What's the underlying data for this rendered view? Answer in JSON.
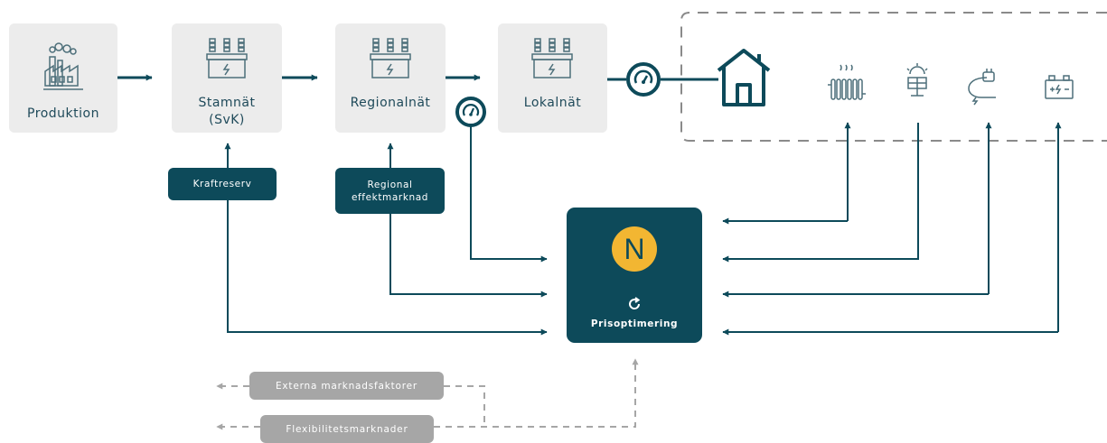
{
  "nodes": {
    "production": "Produktion",
    "transmission": "Stamnät\n(SvK)",
    "regional": "Regionalnät",
    "local": "Lokalnät"
  },
  "markets": {
    "reserve": "Kraftreserv",
    "regional_market": "Regional\neffektmarknad"
  },
  "central": {
    "logo": "N",
    "label": "Prisoptimering"
  },
  "external": {
    "market_factors": "Externa marknadsfaktorer",
    "flex_markets": "Flexibilitetsmarknader"
  },
  "icons": {
    "production": "factory-icon",
    "grid": "transformer-icon",
    "meter": "meter-icon",
    "home": "house-icon",
    "heating": "radiator-icon",
    "solar": "solar-panel-icon",
    "ev": "ev-charger-icon",
    "battery": "battery-icon",
    "refresh": "cycle-icon"
  },
  "colors": {
    "primary": "#0d4a5a",
    "box_bg": "#ececec",
    "accent": "#f2b632",
    "gray": "#a6a6a6",
    "dashed": "#8a8a8a"
  }
}
